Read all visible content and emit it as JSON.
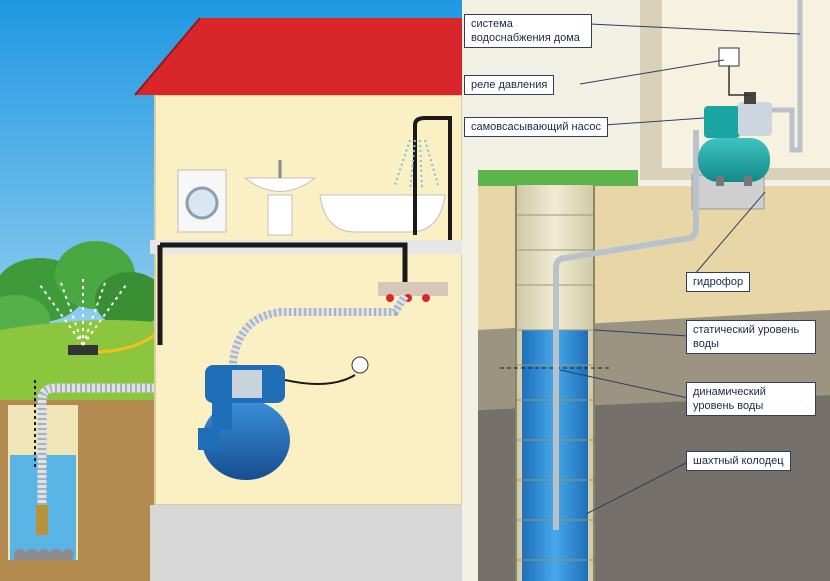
{
  "labels": {
    "water_system": "система водоснабжения дома",
    "pressure_relay": "реле давления",
    "pump": "самовсасывающий насос",
    "hydrophore": "гидрофор",
    "static_level": "статический уровень воды",
    "dynamic_level": "динамический уровень воды",
    "shaft_well": "шахтный колодец"
  },
  "colors": {
    "roof": "#d8262a",
    "wall": "#fbefc4",
    "pump_blue": "#1f6fb8",
    "tank_teal": "#1aa5a3",
    "water": "#2f8fd8",
    "sky": "#2aa3e6",
    "grass": "#5bb54a"
  }
}
